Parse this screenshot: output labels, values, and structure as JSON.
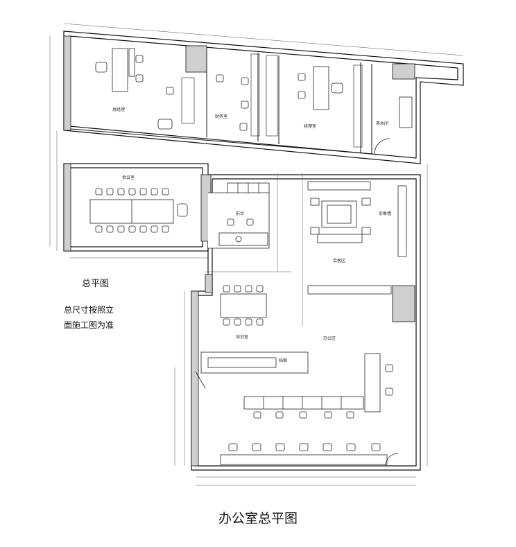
{
  "plan": {
    "subtitle": "总平图",
    "note_line1": "总尺寸按照立",
    "note_line2": "面施工图为准",
    "title": "办公室总平图"
  },
  "rooms": {
    "gm_office": "总经理",
    "finance": "财务室",
    "manager": "经理室",
    "tea": "茶水间",
    "meeting": "会议室",
    "reception_desk": "前台",
    "lounge": "会客区",
    "training": "培训室",
    "open_office": "办公区",
    "archive": "档案",
    "logo_wall": "形象墙"
  },
  "colors": {
    "line": "#111111",
    "thin": "#555555",
    "wall_fill": "#cfcfcf"
  }
}
